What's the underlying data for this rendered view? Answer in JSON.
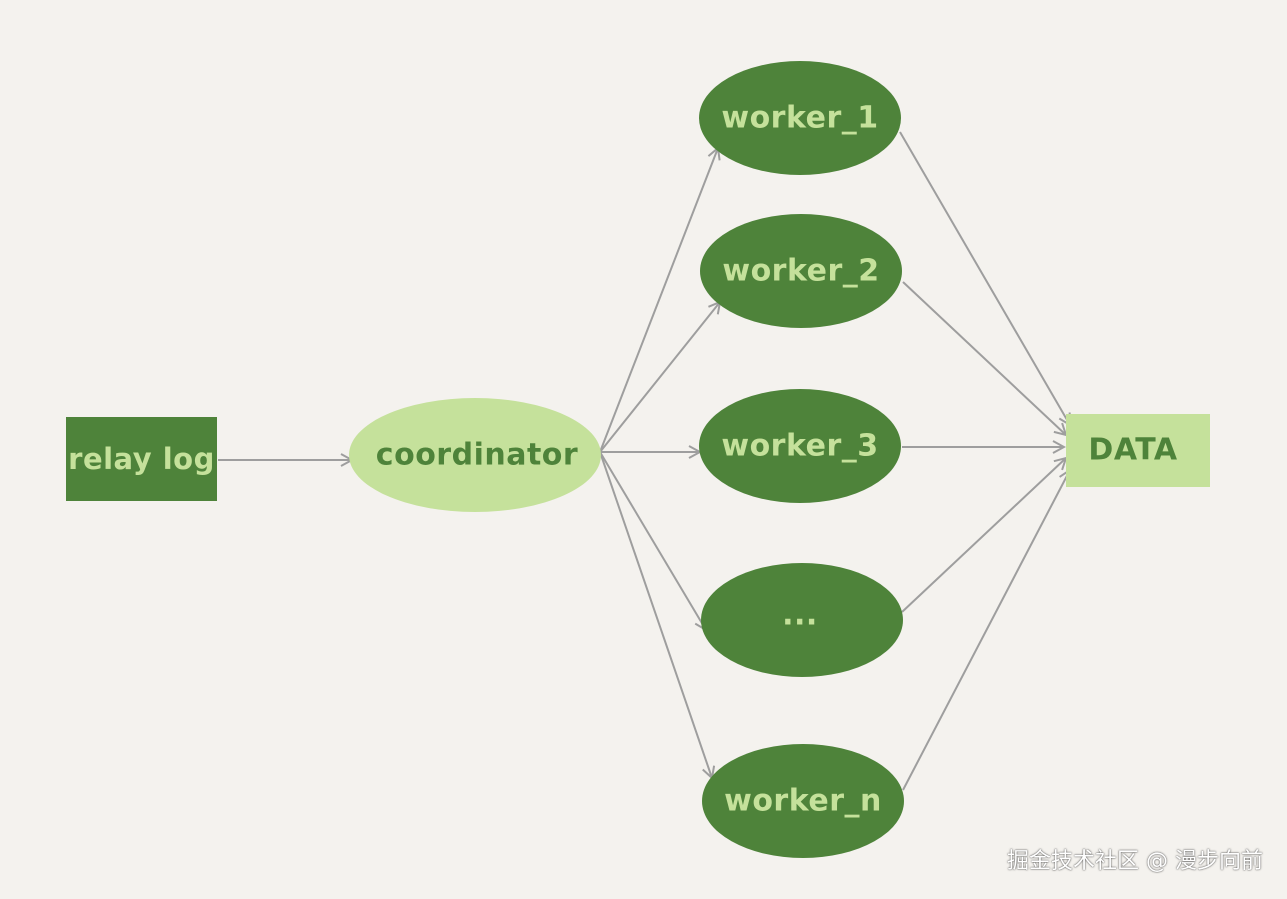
{
  "nodes": {
    "relay_log": "relay log",
    "coordinator": "coordinator",
    "worker_1": "worker_1",
    "worker_2": "worker_2",
    "worker_3": "worker_3",
    "worker_ellipsis": "...",
    "worker_n": "worker_n",
    "data": "DATA"
  },
  "colors": {
    "background": "#f4f2ee",
    "dark_green": "#4e833a",
    "light_green": "#c5e19b",
    "light_text": "#c5e19b",
    "dark_text": "#4e833a",
    "arrow": "#9e9e9e"
  },
  "watermark": "掘金技术社区 @ 漫步向前"
}
